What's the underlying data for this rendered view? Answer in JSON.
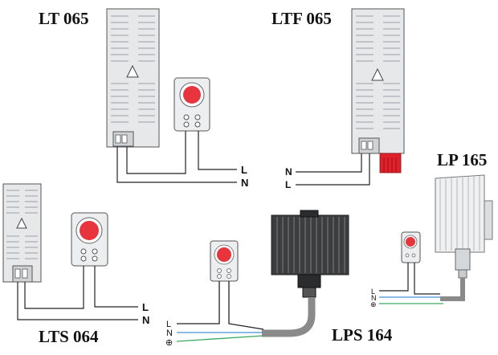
{
  "products": {
    "lt065": {
      "label": "LT 065",
      "terminal_l": "L",
      "terminal_n": "N"
    },
    "ltf065": {
      "label": "LTF 065",
      "terminal_n": "N",
      "terminal_l": "L"
    },
    "lp165": {
      "label": "LP 165",
      "terminal_l": "L",
      "terminal_n": "N",
      "terminal_pe": "⊕"
    },
    "lts064": {
      "label": "LTS 064",
      "terminal_l": "L",
      "terminal_n": "N"
    },
    "lps164": {
      "label": "LPS 164",
      "terminal_l": "L",
      "terminal_n": "N",
      "terminal_pe": "⊕"
    }
  },
  "colors": {
    "thermostat_dial": "#e8343c",
    "fan_connector": "#e0202a",
    "wire_line": "#222222",
    "wire_neutral": "#4a8fd6",
    "wire_earth": "#3aa860",
    "cable": "#8a8a8a"
  }
}
